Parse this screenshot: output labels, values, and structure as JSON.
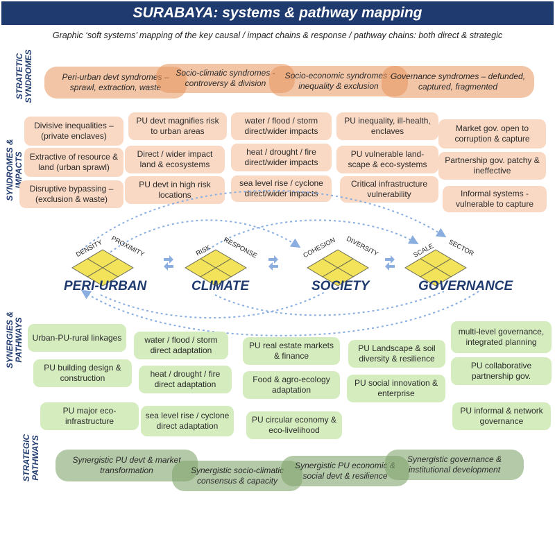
{
  "title": "SURABAYA: systems & pathway mapping",
  "subtitle": "Graphic ‘soft systems’ mapping of the key causal / impact chains & response / pathway chains:  both direct & strategic",
  "side_labels": {
    "strategic_syndromes": [
      "STRATETIC",
      "SYNDROMES"
    ],
    "syndromes_impacts": [
      "SYNDROMES &",
      "IMPACTS"
    ],
    "synergies_pathways": [
      "SYNERGIES  &",
      "PATHWAYS"
    ],
    "strategic_pathways": [
      "STRATEGIC",
      "PATHWAYS"
    ]
  },
  "strategic_syndromes": [
    "Peri-urban devt syndromes – sprawl, extraction, waste",
    "Socio-climatic syndromes - controversy & division",
    "Socio-economic syndromes - inequality & exclusion",
    "Governance syndromes – defunded, captured, fragmented"
  ],
  "impacts": {
    "peri_urban": [
      "Divisive inequalities – (private enclaves)",
      "Extractive of resource & land (urban sprawl)",
      "Disruptive bypassing – (exclusion & waste)"
    ],
    "climate_left": [
      "PU devt magnifies risk to urban areas",
      "Direct / wider impact land & ecosystems",
      "PU devt in high risk locations"
    ],
    "climate_right": [
      "water / flood / storm direct/wider impacts",
      "heat / drought / fire direct/wider impacts",
      "sea level rise / cyclone direct/wider impacts"
    ],
    "society": [
      "PU inequality, ill-health, enclaves",
      "PU vulnerable land-scape & eco-systems",
      "Critical infrastructure vulnerability"
    ],
    "governance": [
      "Market gov. open to corruption & capture",
      "Partnership gov. patchy & ineffective",
      "Informal systems - vulnerable to capture"
    ]
  },
  "domains": [
    {
      "name": "PERI-URBAN",
      "left_label": "DENSITY",
      "right_label": "PROXIMITY"
    },
    {
      "name": "CLIMATE",
      "left_label": "RISK",
      "right_label": "RESPONSE"
    },
    {
      "name": "SOCIETY",
      "left_label": "COHESION",
      "right_label": "DIVERSITY"
    },
    {
      "name": "GOVERNANCE",
      "left_label": "SCALE",
      "right_label": "SECTOR"
    }
  ],
  "pathways": {
    "peri_urban": [
      "Urban-PU-rural linkages",
      "PU building design & construction",
      "PU major eco-infrastructure"
    ],
    "climate": [
      "water / flood / storm direct adaptation",
      "heat / drought / fire direct adaptation",
      "sea level rise / cyclone direct adaptation"
    ],
    "society_a": [
      "PU real estate markets & finance",
      "Food &  agro-ecology adaptation",
      "PU circular economy & eco-livelihood"
    ],
    "society_b": [
      "PU Landscape & soil diversity & resilience",
      "PU social innovation & enterprise"
    ],
    "governance": [
      "multi-level governance, integrated planning",
      "PU collaborative partnership gov.",
      "PU informal & network governance"
    ]
  },
  "strategic_pathways": [
    "Synergistic PU devt & market transformation",
    "Synergistic socio-climatic consensus & capacity",
    "Synergistic PU economic & social devt & resilience",
    "Synergistic governance & institutional development"
  ],
  "colors": {
    "banner": "#1f3a6e",
    "impact_box": "#f9d9c4",
    "pathway_box": "#d5ecbf",
    "syndrome_pill": "#e8965f",
    "strategic_pill": "#82a56e",
    "diamond": "#f2e35a",
    "arrow": "#8aaee0"
  }
}
